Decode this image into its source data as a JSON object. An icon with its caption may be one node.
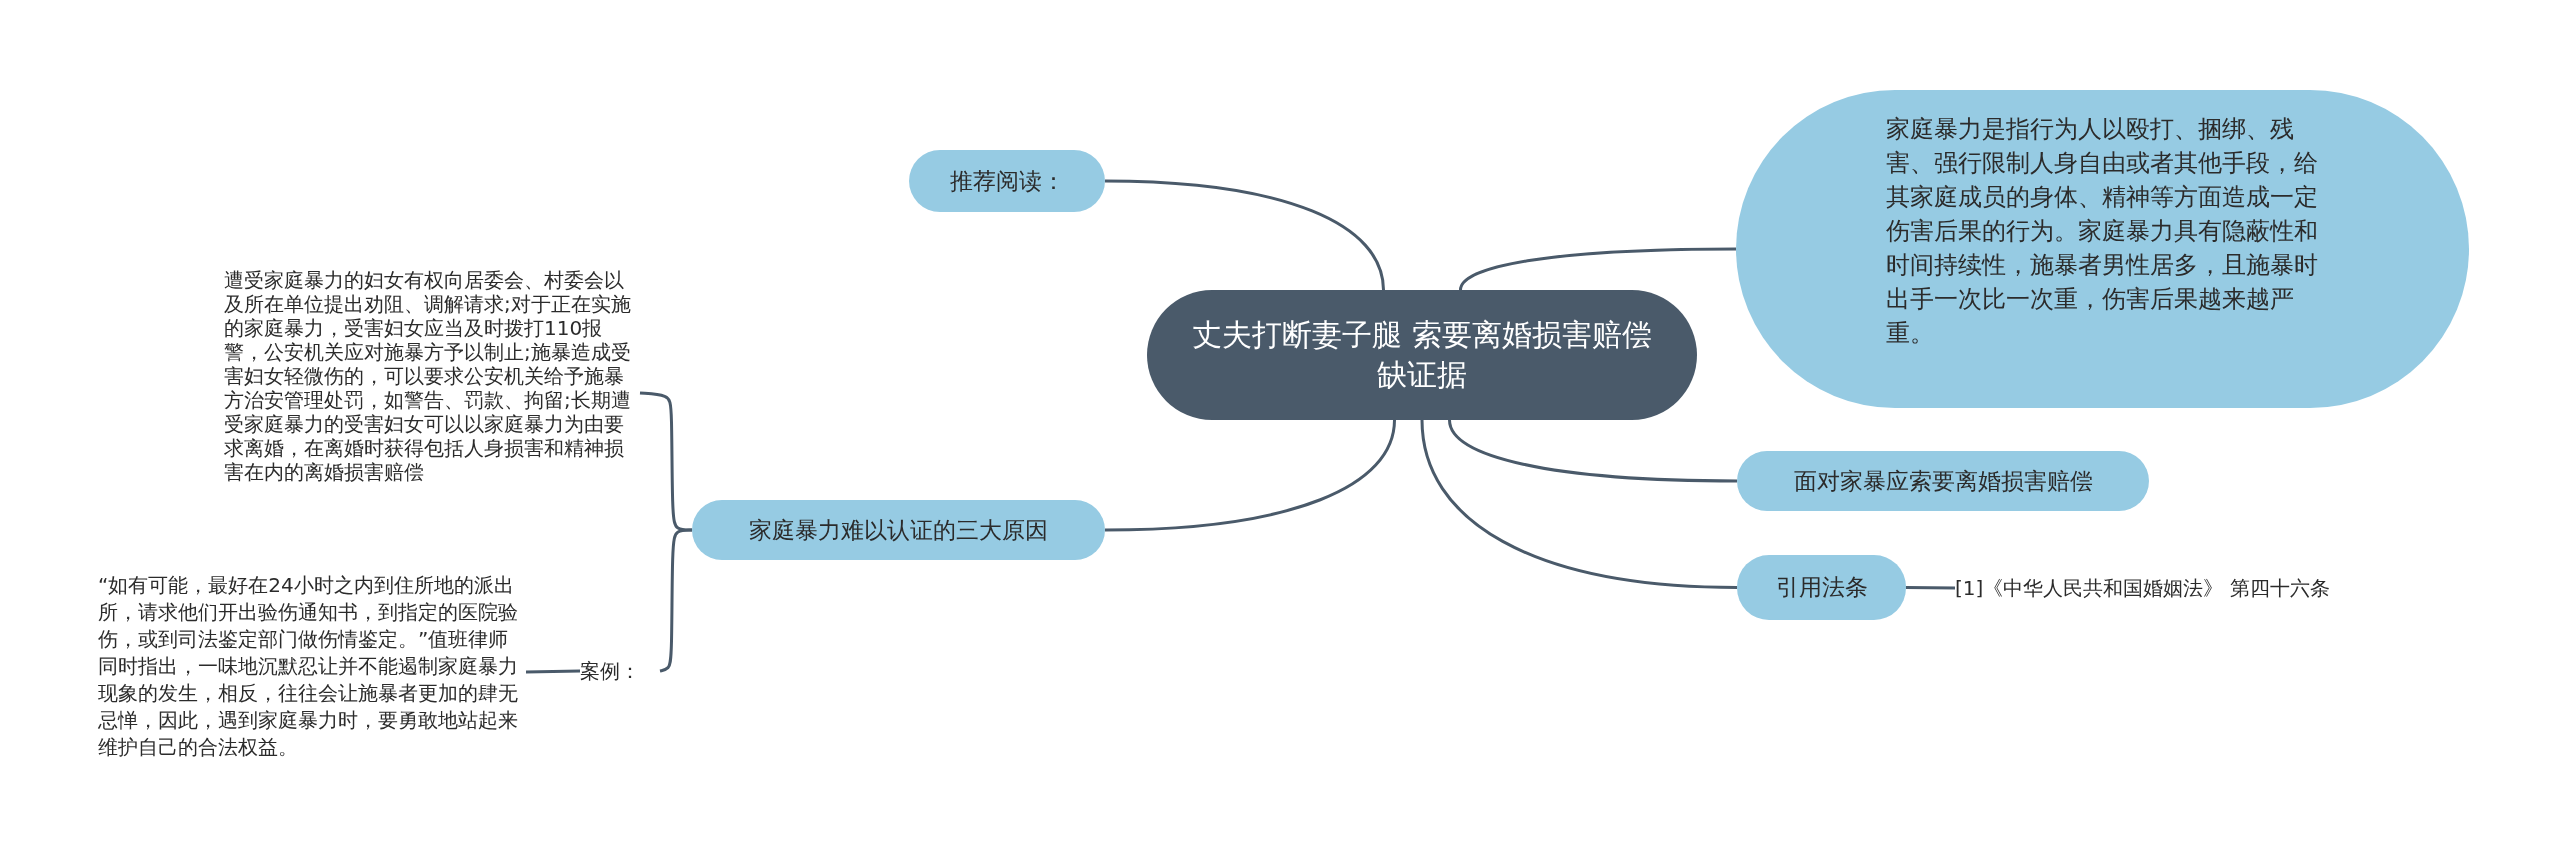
{
  "diagram": {
    "nodes": [
      {
        "text": [
          "丈夫打断妻子腿 索要离婚损害赔偿缺证据"
        ]
      },
      {
        "text": [
          "推荐阅读："
        ]
      },
      {
        "text": [
          "家庭暴力难以认证的三大原因"
        ]
      },
      {
        "text": [
          "遭受家庭暴力的妇女有权向居委会、村委会以及所在单位提出劝阻、调解请求;对于正在实施的家庭暴力，受害妇女应当及时拨打110报警，公安机关应对施暴方予以制止;施暴造成受害妇女轻微伤的，可以要求公安机关给予施暴方治安管理处罚，如警告、罚款、拘留;长期遭受家庭暴力的受害妇女可以以家庭暴力为由要求离婚，在离婚时获得包括人身损害和精神损害在内的离婚损害赔偿"
        ]
      },
      {
        "text": [
          "案例："
        ]
      },
      {
        "text": [
          "“如有可能，最好在24小时之内到住所地的派出所，请求他们开出验伤通知书，到指定的医院验伤，或到司法鉴定部门做伤情鉴定。”值班律师同时指出，一味地沉默忍让并不能遏制家庭暴力现象的发生，相反，往往会让施暴者更加的肆无忌惮，因此，遇到家庭暴力时，要勇敢地站起来维护自己的合法权益。"
        ]
      },
      {
        "text": [
          "家庭暴力是指行为人以殴打、捆绑、残害、强行限制人身自由或者其他手段，给其家庭成员的身体、精神等方面造成一定伤害后果的行为。家庭暴力具有隐蔽性和时间持续性，施暴者男性居多，且施暴时出手一次比一次重，伤害后果越来越严重。"
        ]
      },
      {
        "text": [
          "面对家暴应索要离婚损害赔偿"
        ]
      },
      {
        "text": [
          "引用法条"
        ]
      },
      {
        "text": [
          "[1]《中华人民共和国婚姻法》 第四十六条"
        ]
      }
    ],
    "edges": [
      {
        "from": 0,
        "to": 1,
        "arrow": "none"
      },
      {
        "from": 0,
        "to": 2,
        "arrow": "none"
      },
      {
        "from": 2,
        "to": 3,
        "arrow": "none"
      },
      {
        "from": 2,
        "to": 4,
        "arrow": "none"
      },
      {
        "from": 4,
        "to": 5,
        "arrow": "none"
      },
      {
        "from": 0,
        "to": 6,
        "arrow": "none"
      },
      {
        "from": 0,
        "to": 7,
        "arrow": "none"
      },
      {
        "from": 0,
        "to": 8,
        "arrow": "none"
      },
      {
        "from": 8,
        "to": 9,
        "arrow": "none"
      }
    ]
  }
}
